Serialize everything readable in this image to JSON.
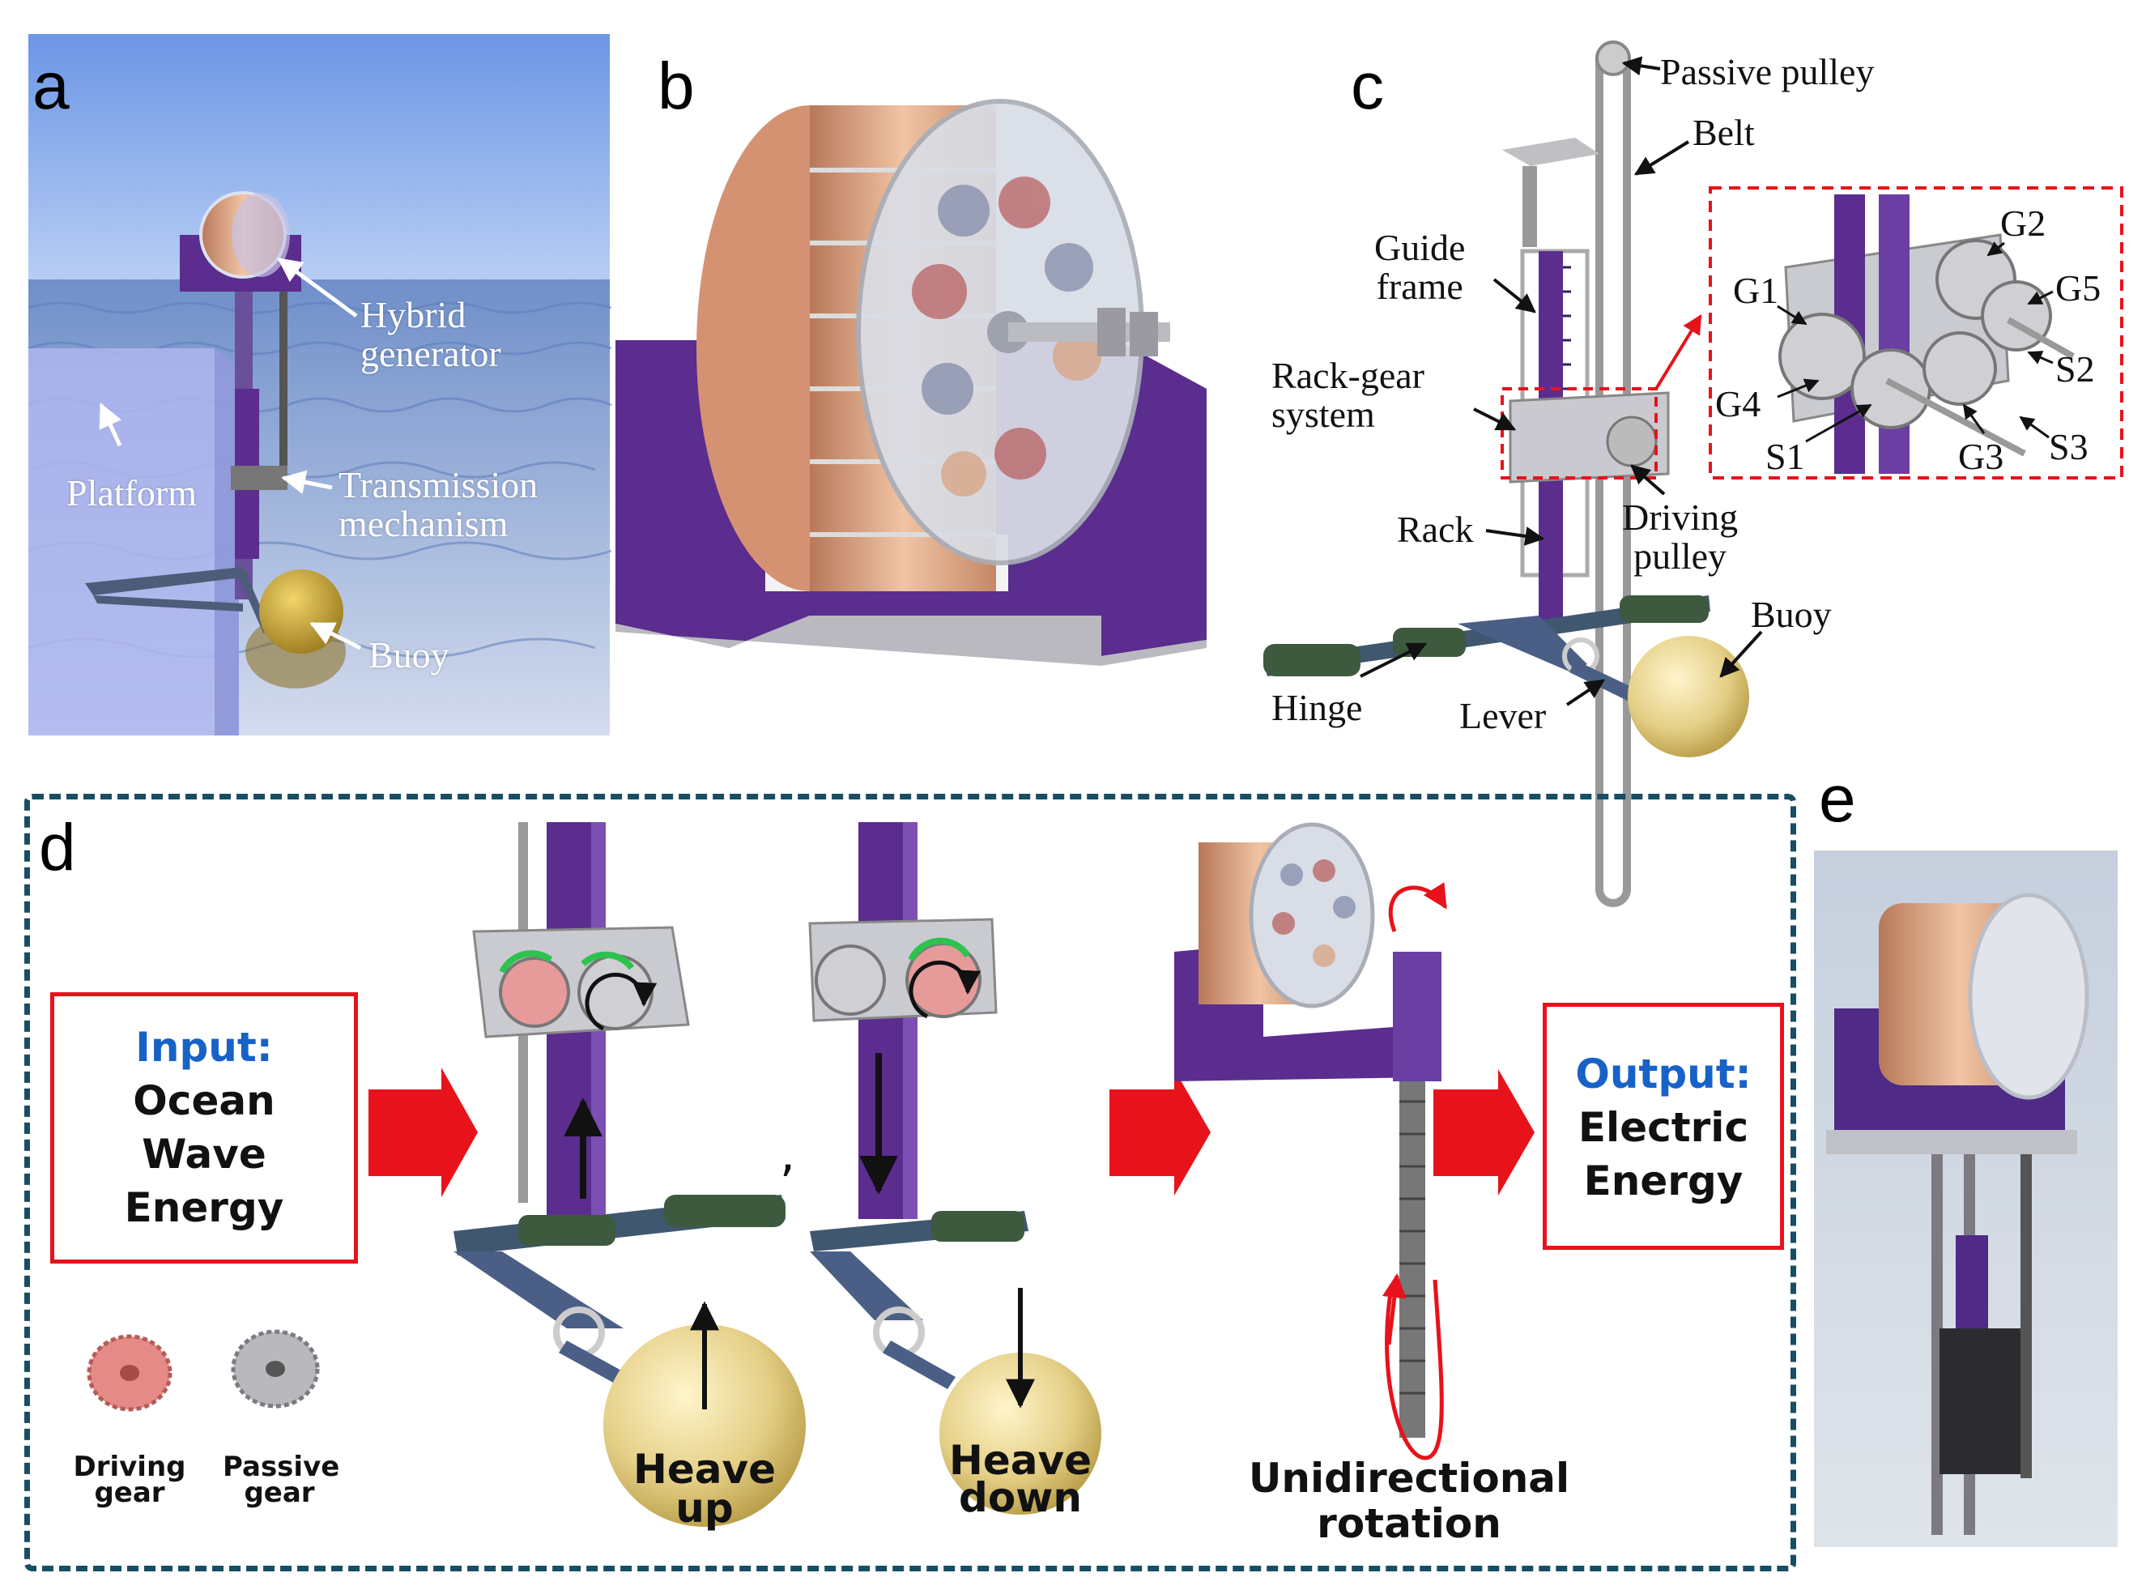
{
  "panels": {
    "a": "a",
    "b": "b",
    "c": "c",
    "d": "d",
    "e": "e"
  },
  "panel_a": {
    "hybrid_generator": [
      "Hybrid",
      "generator"
    ],
    "platform": "Platform",
    "transmission": [
      "Transmission",
      "mechanism"
    ],
    "buoy": "Buoy"
  },
  "panel_c": {
    "passive_pulley": "Passive pulley",
    "belt": "Belt",
    "guide_frame": [
      "Guide",
      "frame"
    ],
    "rack_gear": [
      "Rack-gear",
      "system"
    ],
    "rack": "Rack",
    "driving_pulley": [
      "Driving",
      "pulley"
    ],
    "buoy": "Buoy",
    "hinge": "Hinge",
    "lever": "Lever",
    "gears": {
      "G1": "G1",
      "G2": "G2",
      "G3": "G3",
      "G4": "G4",
      "G5": "G5",
      "S1": "S1",
      "S2": "S2",
      "S3": "S3"
    }
  },
  "panel_d": {
    "input": {
      "title": "Input:",
      "lines": [
        "Ocean",
        "Wave",
        "Energy"
      ]
    },
    "output": {
      "title": "Output:",
      "lines": [
        "Electric",
        "Energy"
      ]
    },
    "separator": ",",
    "heave_up": [
      "Heave",
      "up"
    ],
    "heave_down": [
      "Heave",
      "down"
    ],
    "unidirectional": [
      "Unidirectional",
      "rotation"
    ],
    "driving_gear": [
      "Driving",
      "gear"
    ],
    "passive_gear": [
      "Passive",
      "gear"
    ]
  },
  "colors": {
    "purple": "#5b2d8e",
    "copper": "#d9a07c",
    "red": "#e8121b",
    "blue_text": "#1762c7",
    "dash": "#174e63",
    "buoy": "#e6d48a",
    "sea": "#7d9ed3"
  }
}
